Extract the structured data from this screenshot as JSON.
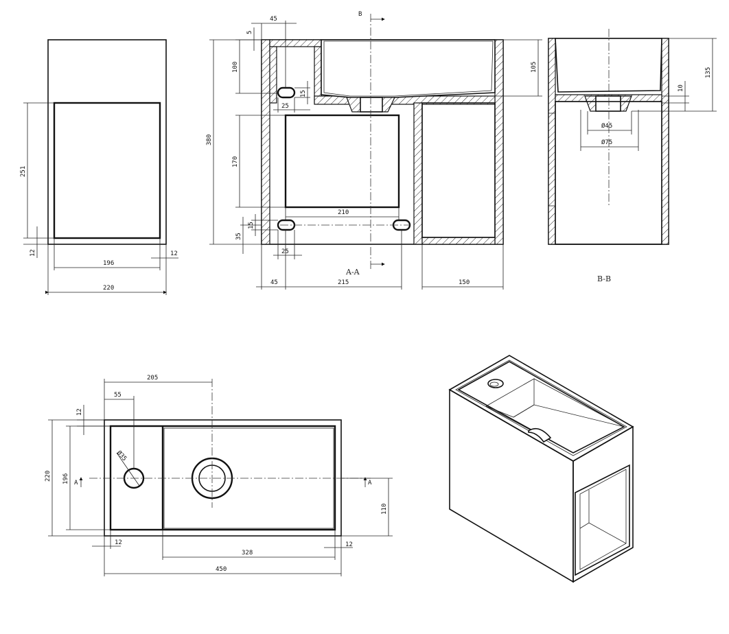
{
  "drawing": {
    "dims": {
      "d220_front": "220",
      "d196_front": "196",
      "d12_front_right": "12",
      "d251": "251",
      "d12_front_left": "12",
      "d45_top": "45",
      "d5": "5",
      "d100": "100",
      "d15_upper": "15",
      "d25_upper": "25",
      "d380": "380",
      "d170": "170",
      "d210": "210",
      "d15_lower": "15",
      "d35": "35",
      "d25_lower": "25",
      "d45_bottom": "45",
      "d215": "215",
      "d150": "150",
      "d105": "105",
      "d135": "135",
      "d10": "10",
      "d_phi45": "Ø45",
      "d_phi75": "Ø75",
      "d205": "205",
      "d55": "55",
      "d12_plan_top": "12",
      "d_phi35": "Ø35",
      "d220_plan": "220",
      "d196_plan": "196",
      "d110": "110",
      "d12_plan_left": "12",
      "d328": "328",
      "d12_plan_right": "12",
      "d450": "450"
    },
    "labels": {
      "section_aa": "A-A",
      "section_bb": "B-B",
      "cut_b": "B",
      "cut_a_left": "A",
      "cut_a_right": "A"
    }
  }
}
